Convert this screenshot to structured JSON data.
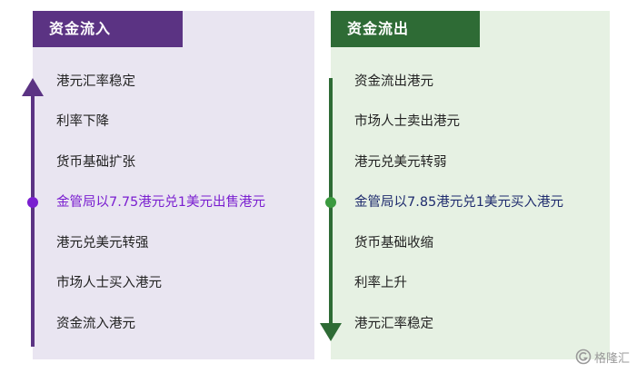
{
  "inflow": {
    "title": "资金流入",
    "items": [
      "港元汇率稳定",
      "利率下降",
      "货币基础扩张",
      "金管局以7.75港元兑1美元出售港元",
      "港元兑美元转强",
      "市场人士买入港元",
      "资金流入港元"
    ],
    "accent": "#5b3383",
    "highlight": "#7a1fd0"
  },
  "outflow": {
    "title": "资金流出",
    "items": [
      "资金流出港元",
      "市场人士卖出港元",
      "港元兑美元转弱",
      "金管局以7.85港元兑1美元买入港元",
      "货币基础收缩",
      "利率上升",
      "港元汇率稳定"
    ],
    "accent": "#2e6b35",
    "highlight": "#1f2c6e"
  },
  "watermark": {
    "text": "格隆汇"
  }
}
